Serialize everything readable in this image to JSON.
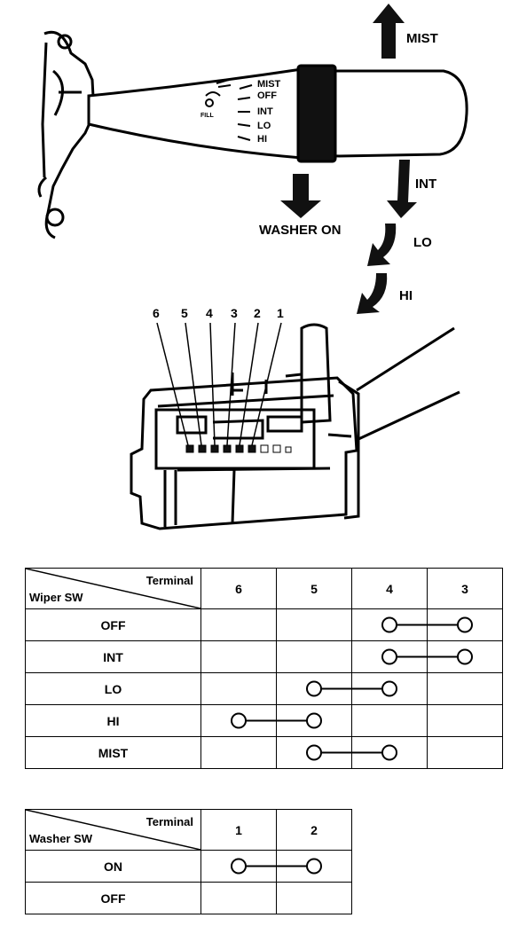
{
  "lever": {
    "direction_labels": {
      "mist": "MIST",
      "int": "INT",
      "lo": "LO",
      "hi": "HI",
      "washer_on": "WASHER ON"
    },
    "positions": [
      "MIST",
      "OFF",
      "INT",
      "LO",
      "HI"
    ],
    "icon_label": "FILL"
  },
  "connector": {
    "terminal_numbers": [
      "6",
      "5",
      "4",
      "3",
      "2",
      "1"
    ]
  },
  "wiper_table": {
    "header_terminal": "Terminal",
    "header_switch": "Wiper SW",
    "terminals": [
      "6",
      "5",
      "4",
      "3"
    ],
    "rows": [
      {
        "label": "OFF",
        "connected": [
          "4",
          "3"
        ]
      },
      {
        "label": "INT",
        "connected": [
          "4",
          "3"
        ]
      },
      {
        "label": "LO",
        "connected": [
          "5",
          "4"
        ]
      },
      {
        "label": "HI",
        "connected": [
          "6",
          "5"
        ]
      },
      {
        "label": "MIST",
        "connected": [
          "5",
          "4"
        ]
      }
    ]
  },
  "washer_table": {
    "header_terminal": "Terminal",
    "header_switch": "Washer SW",
    "terminals": [
      "1",
      "2"
    ],
    "rows": [
      {
        "label": "ON",
        "connected": [
          "1",
          "2"
        ]
      },
      {
        "label": "OFF",
        "connected": []
      }
    ]
  }
}
